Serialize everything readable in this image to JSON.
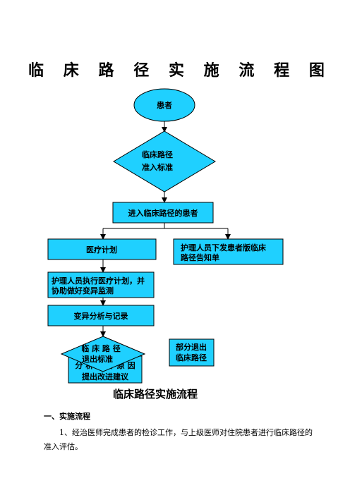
{
  "title_chars": [
    "临",
    "床",
    "路",
    "径",
    "实",
    "施",
    "流",
    "程",
    "图"
  ],
  "colors": {
    "node_fill": "#1fd0ff",
    "line": "#000000"
  },
  "nodes": {
    "patient": "患者",
    "entry_criteria_line1": "临床路径",
    "entry_criteria_line2": "准入标准",
    "entered_patients": "进入临床路径的患者",
    "medical_plan": "医疗计划",
    "nurse_notice_line1": "护理人员下发患者版临床",
    "nurse_notice_line2": "路径告知单",
    "nurse_execute_line1": "护理人员执行医疗计划，并",
    "nurse_execute_line2": "协助做好变异监测",
    "variance_record": "变异分析与记录",
    "exit_criteria_line1": "临 床 路 径",
    "exit_criteria_line2": "退出标准",
    "analyze_line1": "分 析 变 异 原 因",
    "analyze_line2": "提出改进建议",
    "partial_exit_line1": "部分退出",
    "partial_exit_line2": "临床路径"
  },
  "subtitle": "临床路径实施流程",
  "section_heading": "一、实施流程",
  "paragraph_1": "1、经治医师完成患者的检诊工作，与上级医师对住院患者进行临床路径的准入评估。"
}
